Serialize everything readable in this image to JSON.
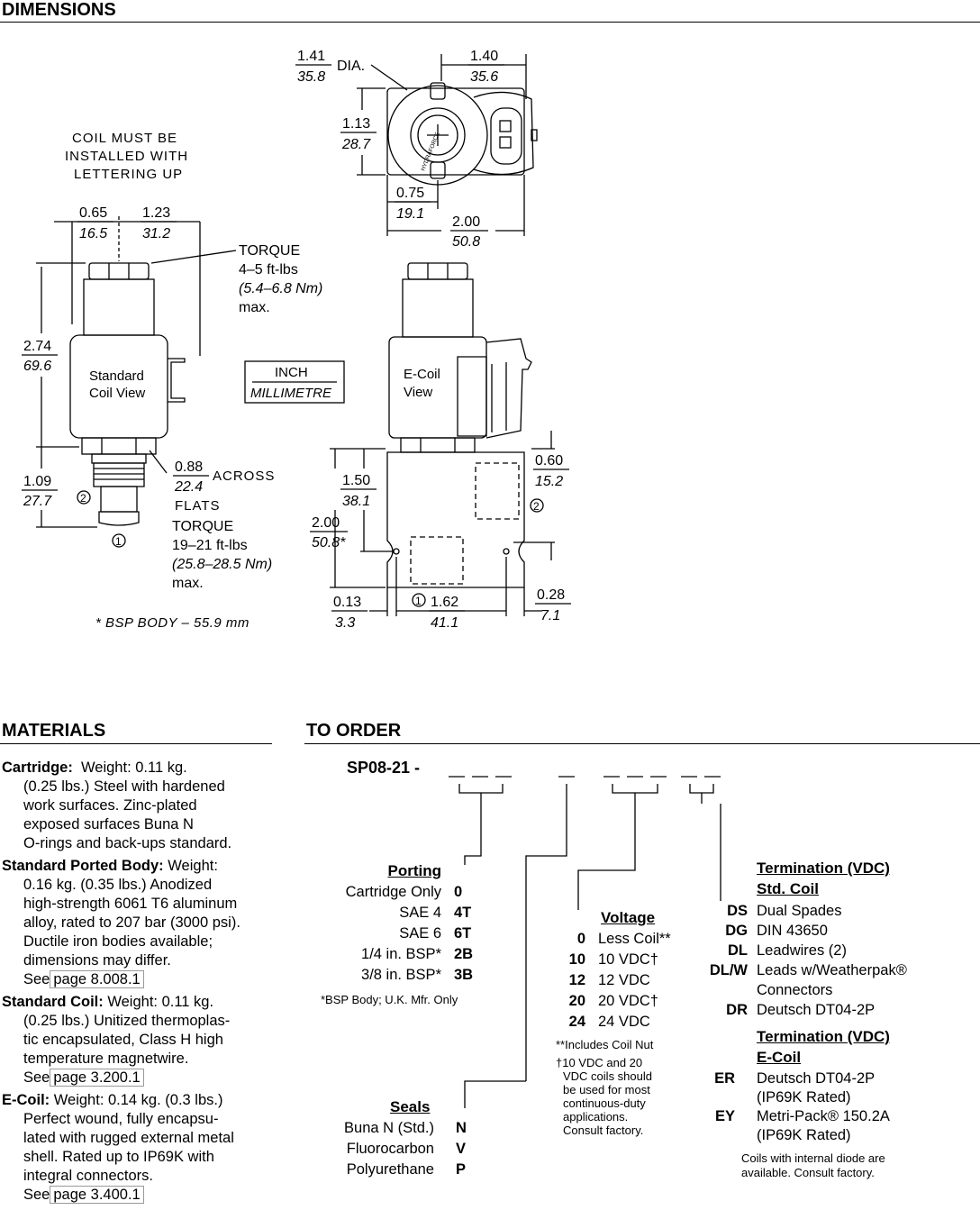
{
  "headings": {
    "dimensions": "DIMENSIONS",
    "materials": "MATERIALS",
    "to_order": "TO ORDER"
  },
  "drawing": {
    "coil_note": [
      "COIL MUST BE",
      "INSTALLED WITH",
      "LETTERING UP"
    ],
    "dim_065": "0.65",
    "dim_165": "16.5",
    "dim_123": "1.23",
    "dim_312": "31.2",
    "torque_top": [
      "TORQUE",
      "4–5 ft-lbs",
      "(5.4–6.8 Nm)",
      "max."
    ],
    "dim_274": "2.74",
    "dim_696": "69.6",
    "std_coil_label": [
      "Standard",
      "Coil View"
    ],
    "dim_109": "1.09",
    "dim_277": "27.7",
    "dim_088": "0.88",
    "dim_224": "22.4",
    "across": "ACROSS",
    "flats": "FLATS",
    "torque_bottom": [
      "TORQUE",
      "19–21 ft-lbs",
      "(25.8–28.5 Nm)",
      "max."
    ],
    "bsp_note": "* BSP BODY – 55.9 mm",
    "unit_inch": "INCH",
    "unit_mm": "MILLIMETRE",
    "dim_141": "1.41",
    "dim_358": "35.8",
    "dia": "DIA.",
    "dim_140": "1.40",
    "dim_356": "35.6",
    "dim_113": "1.13",
    "dim_287": "28.7",
    "dim_075": "0.75",
    "dim_191": "19.1",
    "dim_200a": "2.00",
    "dim_508a": "50.8",
    "ecoil_label": [
      "E-Coil",
      "View"
    ],
    "dim_060": "0.60",
    "dim_152": "15.2",
    "dim_150": "1.50",
    "dim_381": "38.1",
    "dim_200b": "2.00",
    "dim_508b": "50.8*",
    "dim_013": "0.13",
    "dim_33": "3.3",
    "dim_162": "1.62",
    "dim_411": "41.1",
    "dim_028": "0.28",
    "dim_71": "7.1",
    "port1": "1",
    "port2": "2",
    "brand": "HYDRAFORCE"
  },
  "materials": [
    {
      "title": "Cartridge:",
      "lines": [
        "Weight: 0.11 kg.",
        "(0.25 lbs.) Steel with hardened",
        "work surfaces.  Zinc-plated",
        "exposed surfaces Buna N",
        "O-rings and back-ups standard."
      ],
      "see": "",
      "page": ""
    },
    {
      "title": "Standard Ported Body:",
      "lines": [
        "Weight:",
        "0.16 kg. (0.35 lbs.) Anodized",
        "high-strength 6061 T6 aluminum",
        "alloy, rated to 207 bar (3000 psi).",
        "Ductile iron bodies available;",
        "dimensions may differ."
      ],
      "see": "See",
      "page": "page 8.008.1"
    },
    {
      "title": "Standard Coil:",
      "lines": [
        "Weight: 0.11 kg.",
        "(0.25 lbs.) Unitized thermoplas-",
        "tic encapsulated, Class H high",
        "temperature magnetwire."
      ],
      "see": "See",
      "page": "page 3.200.1"
    },
    {
      "title": "E-Coil:",
      "lines": [
        "Weight: 0.14 kg. (0.3 lbs.)",
        "Perfect wound, fully encapsu-",
        "lated with rugged external metal",
        "shell. Rated up to IP69K with",
        "integral connectors."
      ],
      "see": "See",
      "page": "page 3.400.1"
    }
  ],
  "order": {
    "model": "SP08-21 -",
    "porting": {
      "title": "Porting",
      "items": [
        {
          "label": "Cartridge Only",
          "code": "0"
        },
        {
          "label": "SAE 4",
          "code": "4T"
        },
        {
          "label": "SAE 6",
          "code": "6T"
        },
        {
          "label": "1/4 in. BSP*",
          "code": "2B"
        },
        {
          "label": "3/8 in. BSP*",
          "code": "3B"
        }
      ],
      "note": "*BSP Body; U.K. Mfr. Only"
    },
    "seals": {
      "title": "Seals",
      "items": [
        {
          "label": "Buna N (Std.)",
          "code": "N"
        },
        {
          "label": "Fluorocarbon",
          "code": "V"
        },
        {
          "label": "Polyurethane",
          "code": "P"
        }
      ]
    },
    "voltage": {
      "title": "Voltage",
      "items": [
        {
          "code": "0",
          "label": "Less Coil**"
        },
        {
          "code": "10",
          "label": "10 VDC†"
        },
        {
          "code": "12",
          "label": "12 VDC"
        },
        {
          "code": "20",
          "label": "20 VDC†"
        },
        {
          "code": "24",
          "label": "24 VDC"
        }
      ],
      "note1": "**Includes Coil Nut",
      "note2": [
        "†10 VDC and 20",
        "VDC coils should",
        "be used for most",
        "continuous-duty",
        "applications.",
        "Consult factory."
      ]
    },
    "termination_std": {
      "title1": "Termination (VDC)",
      "title2": "Std. Coil",
      "items": [
        {
          "code": "DS",
          "label": "Dual Spades"
        },
        {
          "code": "DG",
          "label": "DIN 43650"
        },
        {
          "code": "DL",
          "label": "Leadwires (2)"
        },
        {
          "code": "DL/W",
          "label": "Leads w/Weatherpak®"
        },
        {
          "code": "",
          "label": "Connectors"
        },
        {
          "code": "DR",
          "label": "Deutsch DT04-2P"
        }
      ]
    },
    "termination_ecoil": {
      "title1": "Termination (VDC)",
      "title2": "E-Coil",
      "items": [
        {
          "code": "ER",
          "label": "Deutsch DT04-2P"
        },
        {
          "code": "",
          "label": "(IP69K Rated)"
        },
        {
          "code": "EY",
          "label": "Metri-Pack® 150.2A"
        },
        {
          "code": "",
          "label": "(IP69K Rated)"
        }
      ],
      "note": [
        "Coils with internal diode are",
        "available. Consult factory."
      ]
    }
  }
}
